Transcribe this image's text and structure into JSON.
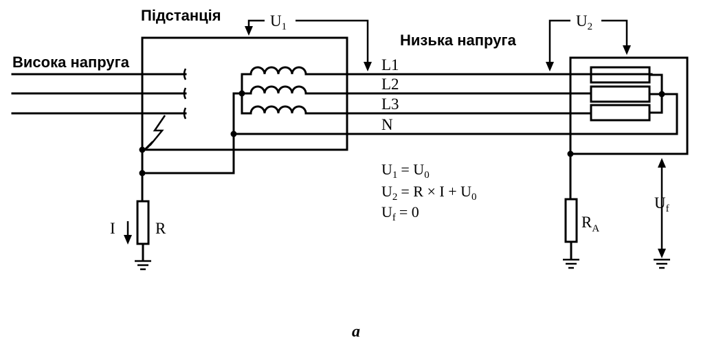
{
  "labels": {
    "substation": "Підстанція",
    "high_voltage": "Висока напруга",
    "low_voltage": "Низька напруга",
    "u1": {
      "main": "U",
      "sub": "1"
    },
    "u2": {
      "main": "U",
      "sub": "2"
    },
    "uf": {
      "main": "U",
      "sub": "f"
    },
    "ra": {
      "main": "R",
      "sub": "A"
    },
    "r": "R",
    "i": "I",
    "l1": "L1",
    "l2": "L2",
    "l3": "L3",
    "n": "N"
  },
  "equations": [
    {
      "lhs_main": "U",
      "lhs_sub": "1",
      "rhs": "= U",
      "rhs_sub": "0",
      "tail": ""
    },
    {
      "lhs_main": "U",
      "lhs_sub": "2",
      "rhs": "= R × I + U",
      "rhs_sub": "0",
      "tail": ""
    },
    {
      "lhs_main": "U",
      "lhs_sub": "f",
      "rhs": "= 0",
      "rhs_sub": "",
      "tail": ""
    }
  ],
  "caption": "а"
}
